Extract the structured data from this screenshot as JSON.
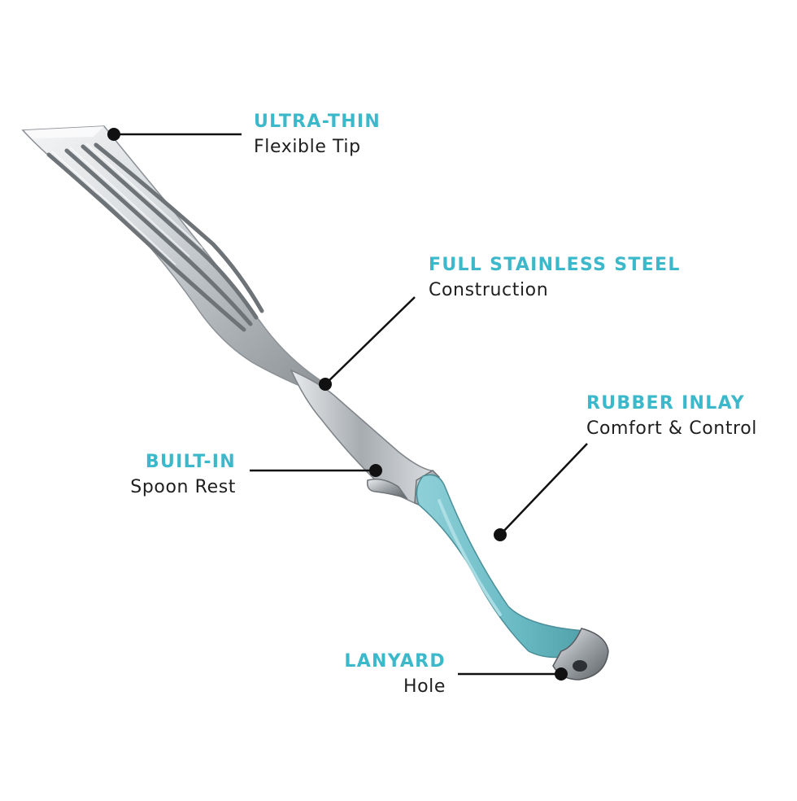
{
  "colors": {
    "accent": "#3BB8C9",
    "leader": "#111111",
    "steel_light": "#F4F5F6",
    "steel_mid": "#C6CACD",
    "steel_dark": "#6E7378",
    "grip_light": "#8FD0D8",
    "grip_mid": "#6CBCC6",
    "grip_dark": "#4E9EA8"
  },
  "callouts": {
    "tip": {
      "title": "ULTRA-THIN",
      "subtitle": "Flexible Tip"
    },
    "steel": {
      "title": "FULL STAINLESS STEEL",
      "subtitle": "Construction"
    },
    "inlay": {
      "title": "RUBBER INLAY",
      "subtitle": "Comfort & Control"
    },
    "rest": {
      "title": "BUILT-IN",
      "subtitle": "Spoon Rest"
    },
    "lanyard": {
      "title": "LANYARD",
      "subtitle": "Hole"
    }
  },
  "product": {
    "name": "fish-turner-spatula"
  }
}
